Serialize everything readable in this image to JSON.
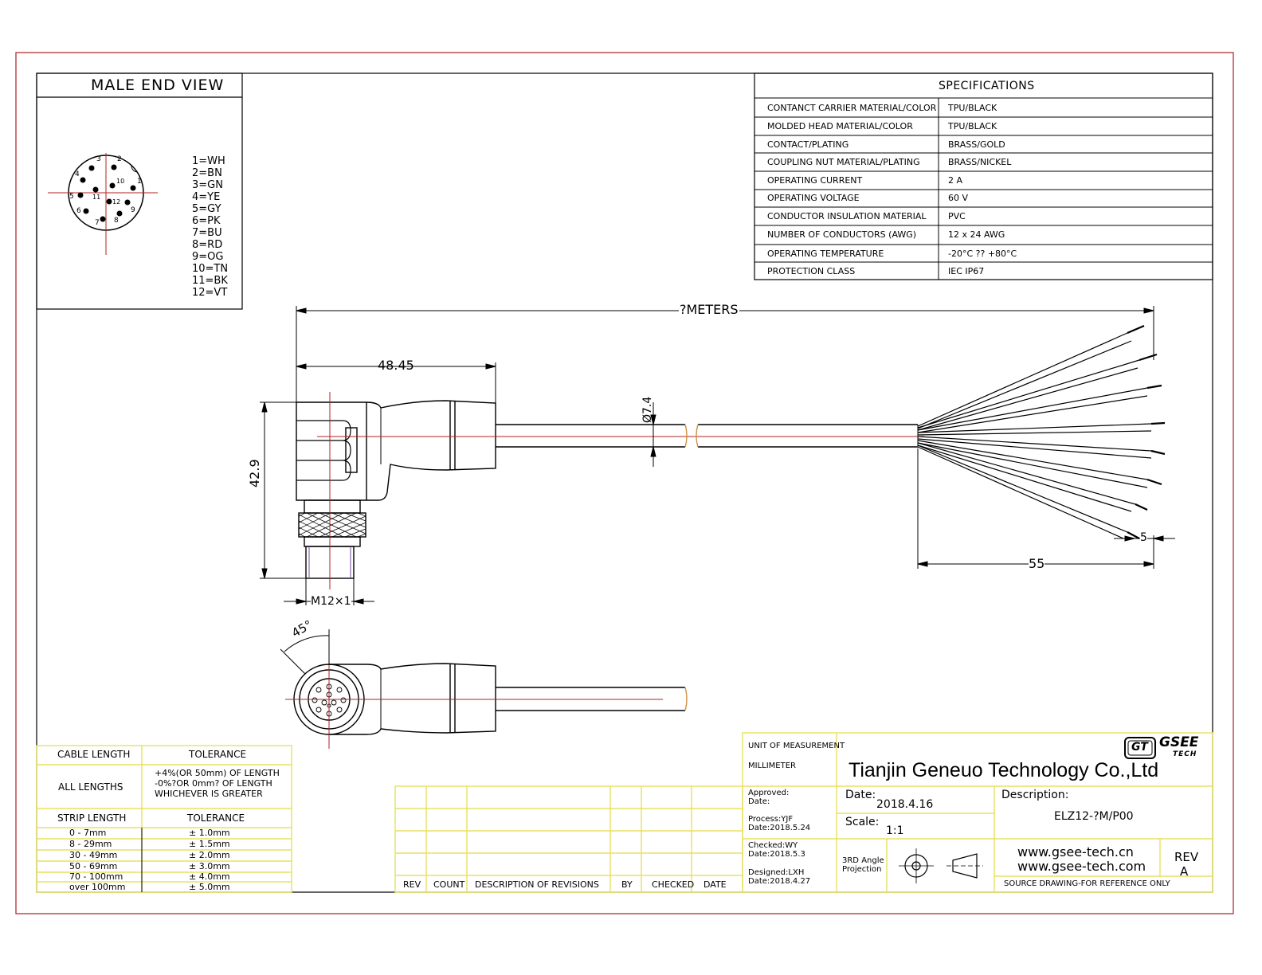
{
  "male_end_view": {
    "title": "MALE END VIEW",
    "pin_numbers": [
      "1",
      "2",
      "3",
      "4",
      "5",
      "6",
      "7",
      "8",
      "9",
      "10",
      "11",
      "12"
    ],
    "legend": [
      "1=WH",
      "2=BN",
      "3=GN",
      "4=YE",
      "5=GY",
      "6=PK",
      "7=BU",
      "8=RD",
      "9=OG",
      "10=TN",
      "11=BK",
      "12=VT"
    ]
  },
  "specifications": {
    "title": "SPECIFICATIONS",
    "rows": [
      {
        "label": "CONTANCT CARRIER MATERIAL/COLOR",
        "value": "TPU/BLACK"
      },
      {
        "label": "MOLDED HEAD MATERIAL/COLOR",
        "value": "TPU/BLACK"
      },
      {
        "label": "CONTACT/PLATING",
        "value": "BRASS/GOLD"
      },
      {
        "label": "COUPLING NUT MATERIAL/PLATING",
        "value": "BRASS/NICKEL"
      },
      {
        "label": "OPERATING CURRENT",
        "value": "2 A"
      },
      {
        "label": "OPERATING VOLTAGE",
        "value": "60 V"
      },
      {
        "label": "CONDUCTOR INSULATION MATERIAL",
        "value": "PVC"
      },
      {
        "label": "NUMBER OF CONDUCTORS (AWG)",
        "value": "12 x 24 AWG"
      },
      {
        "label": "OPERATING TEMPERATURE",
        "value": "-20°C ?? +80°C"
      },
      {
        "label": "PROTECTION CLASS",
        "value": "IEC  IP67"
      }
    ]
  },
  "dimensions": {
    "overall_length": "?METERS",
    "head_length": "48.45",
    "head_height": "42.9",
    "cable_diameter": "Ø7.4",
    "thread": "M12×1",
    "strip_length": "55",
    "wire_strip": "5",
    "angle": "45°"
  },
  "tolerance_table": {
    "cable_length_header": "CABLE LENGTH",
    "tolerance_header": "TOLERANCE",
    "all_lengths_label": "ALL LENGTHS",
    "all_lengths_lines": [
      "+4%(OR 50mm) OF LENGTH",
      "-0%?OR 0mm? OF LENGTH",
      "WHICHEVER  IS  GREATER"
    ],
    "strip_length_header": "STRIP LENGTH",
    "strip_tolerance_header": "TOLERANCE",
    "strip_rows": [
      {
        "range": "0 - 7mm",
        "tol": "± 1.0mm"
      },
      {
        "range": "8 - 29mm",
        "tol": "± 1.5mm"
      },
      {
        "range": "30 - 49mm",
        "tol": "± 2.0mm"
      },
      {
        "range": "50 - 69mm",
        "tol": "± 3.0mm"
      },
      {
        "range": "70 - 100mm",
        "tol": "± 4.0mm"
      },
      {
        "range": "over 100mm",
        "tol": "± 5.0mm"
      }
    ]
  },
  "revisions": {
    "headers": [
      "REV",
      "COUNT",
      "DESCRIPTION  OF  REVISIONS",
      "BY",
      "CHECKED",
      "DATE"
    ]
  },
  "title_block": {
    "unit_label": "UNIT OF MEASUREMENT",
    "unit_value": "MILLIMETER",
    "company": "Tianjin Geneuo Technology Co.,Ltd",
    "logo_mark": "GT",
    "logo_name": "GSEE",
    "logo_sub": "TECH",
    "approved": "Approved:",
    "approved_date": "Date:",
    "process": "Process:YJF",
    "process_date": "Date:2018.5.24",
    "checked": "Checked:WY",
    "checked_date": "Date:2018.5.3",
    "designed": "Designed:LXH",
    "designed_date": "Date:2018.4.27",
    "date_label": "Date:",
    "date_value": "2018.4.16",
    "scale_label": "Scale:",
    "scale_value": "1:1",
    "projection_line1": "3RD Angle",
    "projection_line2": "Projection",
    "description_label": "Description:",
    "description_value": "ELZ12-?M/P00",
    "website1": "www.gsee-tech.cn",
    "website2": "www.gsee-tech.com",
    "rev_label": "REV",
    "rev_value": "A",
    "source_note": "SOURCE DRAWING-FOR REFERENCE ONLY"
  },
  "colors": {
    "frame": "#b03030",
    "centerline": "#b22222",
    "title_block_lines": "#e8e060",
    "cable_stripe": "#d09040",
    "ink": "#000000"
  }
}
